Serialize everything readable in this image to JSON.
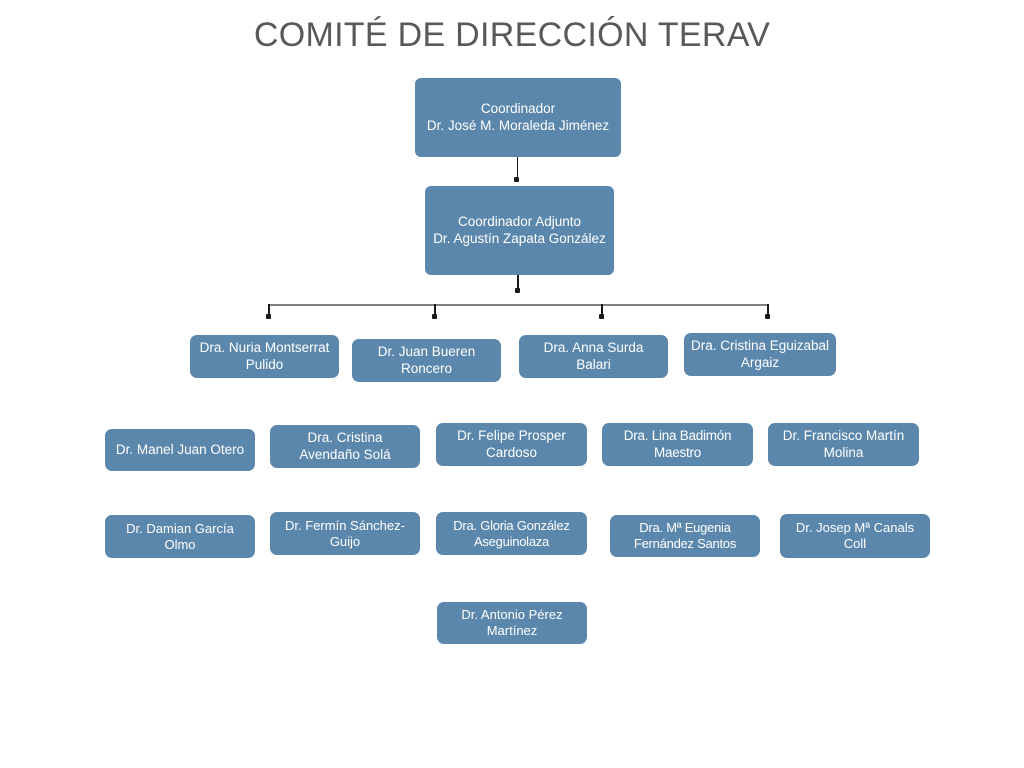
{
  "title": "COMITÉ DE DIRECCIÓN TERAV",
  "theme": {
    "box_fill": "#5b87ac",
    "box_text": "#ffffff",
    "title_color": "#595959",
    "connector_gray": "#808080",
    "connector_black": "#1a1a1a",
    "background": "#ffffff"
  },
  "nodes": {
    "coordinator": {
      "role": "Coordinador",
      "name": "Dr. José M. Moraleda Jiménez",
      "full": "Coordinador\nDr. José M. Moraleda Jiménez"
    },
    "deputy": {
      "role": "Coordinador Adjunto",
      "name": "Dr. Agustín Zapata González",
      "full": "Coordinador Adjunto\nDr. Agustín Zapata González"
    }
  },
  "tier3": [
    {
      "name": "Dra. Nuria Montserrat Pulido"
    },
    {
      "name": "Dr. Juan Bueren Roncero"
    },
    {
      "name": "Dra. Anna Surda Balari"
    },
    {
      "name": "Dra. Cristina Eguizabal Argaiz"
    }
  ],
  "tier4": [
    {
      "name": "Dr. Manel Juan Otero"
    },
    {
      "name": "Dra. Cristina Avendaño Solá"
    },
    {
      "name": "Dr. Felipe Prosper Cardoso"
    },
    {
      "name": "Dra. Lina Badimón Maestro"
    },
    {
      "name": "Dr. Francisco Martín Molina"
    }
  ],
  "tier5": [
    {
      "name": "Dr. Damian García Olmo"
    },
    {
      "name": "Dr. Fermín Sánchez-Guijo"
    },
    {
      "name": "Dra. Gloria González Aseguinolaza"
    },
    {
      "name": "Dra.  Mª Eugenia Fernández Santos"
    },
    {
      "name": "Dr. Josep Mª Canals Coll"
    }
  ],
  "tier6": [
    {
      "name": "Dr. Antonio Pérez Martínez"
    }
  ]
}
